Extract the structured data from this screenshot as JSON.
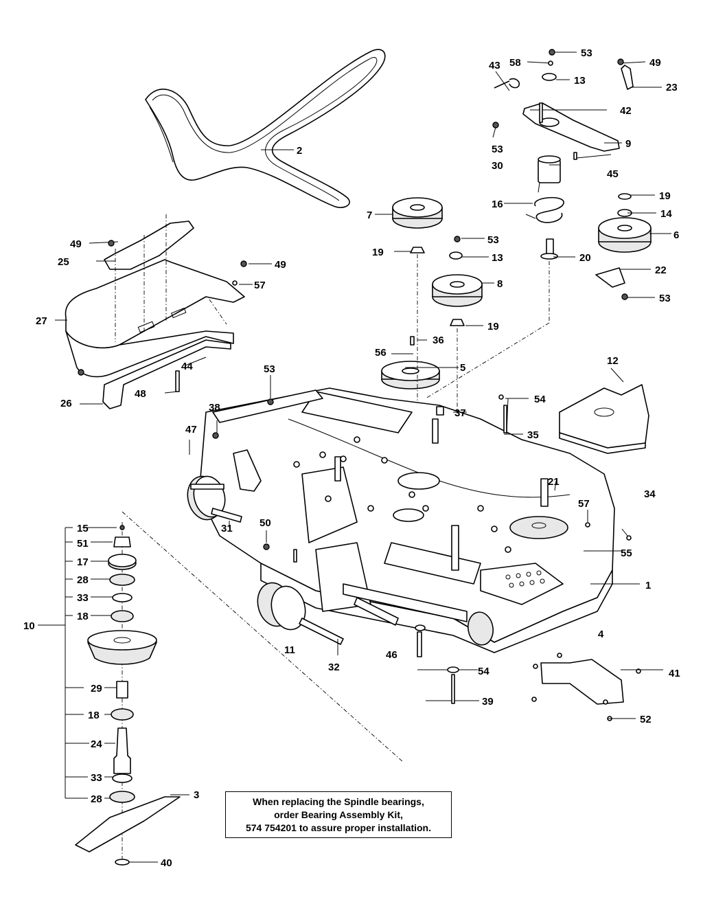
{
  "callouts": {
    "c1": "1",
    "c2": "2",
    "c3": "3",
    "c4": "4",
    "c5": "5",
    "c6": "6",
    "c7": "7",
    "c8": "8",
    "c9": "9",
    "c10": "10",
    "c11": "11",
    "c12": "12",
    "c13a": "13",
    "c13b": "13",
    "c14": "14",
    "c15": "15",
    "c16": "16",
    "c17": "17",
    "c18a": "18",
    "c18b": "18",
    "c19a": "19",
    "c19b": "19",
    "c19c": "19",
    "c20": "20",
    "c21": "21",
    "c22": "22",
    "c23": "23",
    "c24": "24",
    "c25": "25",
    "c26": "26",
    "c27": "27",
    "c28a": "28",
    "c28b": "28",
    "c29": "29",
    "c30": "30",
    "c31": "31",
    "c32": "32",
    "c33a": "33",
    "c33b": "33",
    "c34": "34",
    "c35": "35",
    "c36": "36",
    "c37": "37",
    "c38": "38",
    "c39": "39",
    "c40": "40",
    "c41": "41",
    "c42": "42",
    "c43": "43",
    "c44": "44",
    "c45": "45",
    "c46": "46",
    "c47": "47",
    "c48": "48",
    "c49a": "49",
    "c49b": "49",
    "c49c": "49",
    "c50": "50",
    "c51": "51",
    "c52": "52",
    "c53a": "53",
    "c53b": "53",
    "c53c": "53",
    "c53d": "53",
    "c53e": "53",
    "c54a": "54",
    "c54b": "54",
    "c55": "55",
    "c56": "56",
    "c57a": "57",
    "c57b": "57",
    "c58": "58"
  },
  "note": {
    "line1": "When replacing the Spindle bearings,",
    "line2": "order Bearing Assembly Kit,",
    "line3": "574 754201 to assure proper installation."
  }
}
